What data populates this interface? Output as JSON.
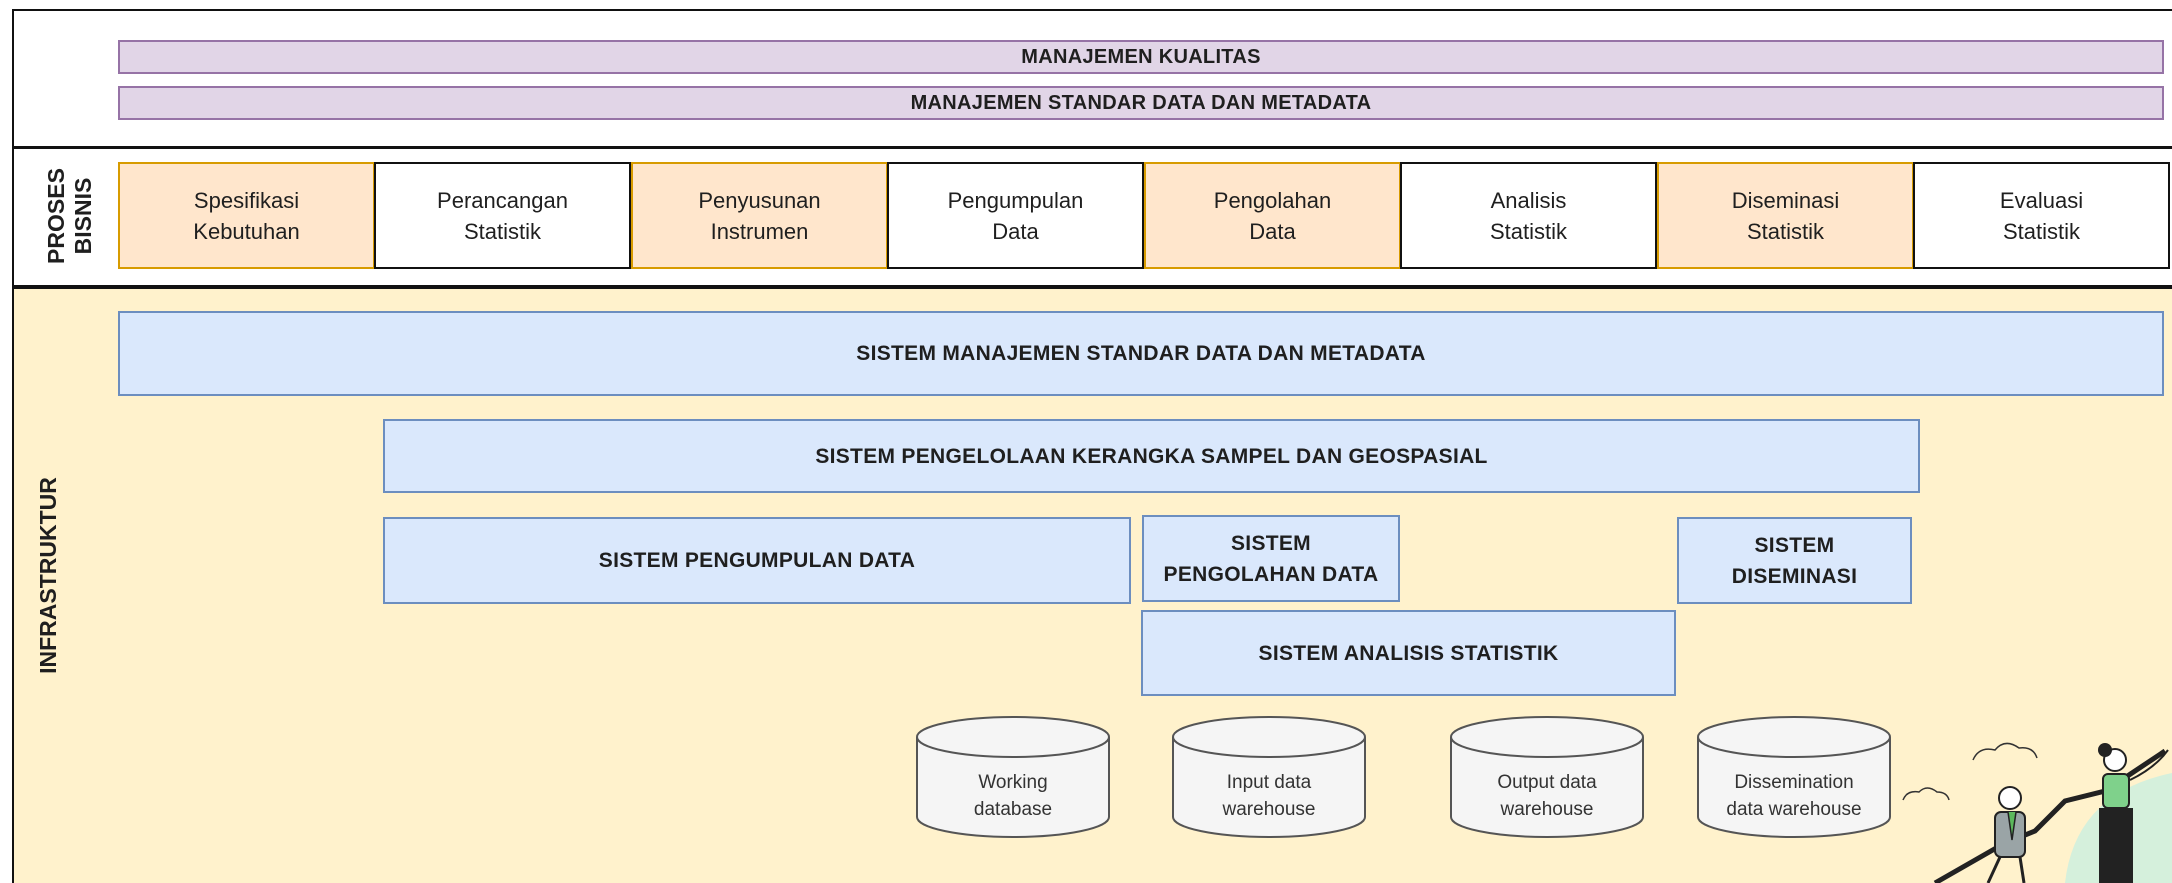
{
  "top": {
    "quality": "MANAJEMEN KUALITAS",
    "standards": "MANAJEMEN STANDAR DATA DAN METADATA"
  },
  "business_process": {
    "label": "PROSES\nBISNIS",
    "steps": [
      {
        "label": "Spesifikasi\nKebutuhan",
        "style": "orange"
      },
      {
        "label": "Perancangan\nStatistik",
        "style": "white"
      },
      {
        "label": "Penyusunan\nInstrumen",
        "style": "orange"
      },
      {
        "label": "Pengumpulan\nData",
        "style": "white"
      },
      {
        "label": "Pengolahan\nData",
        "style": "orange"
      },
      {
        "label": "Analisis\nStatistik",
        "style": "white"
      },
      {
        "label": "Diseminasi\nStatistik",
        "style": "orange"
      },
      {
        "label": "Evaluasi\nStatistik",
        "style": "white"
      }
    ]
  },
  "infrastructure": {
    "label": "INFRASTRUKTUR",
    "standards_system": "SISTEM MANAJEMEN STANDAR DATA DAN METADATA",
    "sampling_system": "SISTEM PENGELOLAAN KERANGKA SAMPEL DAN GEOSPASIAL",
    "collection_system": "SISTEM PENGUMPULAN DATA",
    "processing_system": "SISTEM\nPENGOLAHAN DATA",
    "dissemination_system": "SISTEM\nDISEMINASI",
    "analysis_system": "SISTEM ANALISIS STATISTIK",
    "databases": [
      "Working\ndatabase",
      "Input data\nwarehouse",
      "Output data\nwarehouse",
      "Dissemination\ndata warehouse"
    ]
  },
  "colors": {
    "purple_fill": "#e1d5e7",
    "orange_fill": "#ffe6cc",
    "blue_fill": "#dae8fc",
    "infra_background": "#fff2cc",
    "database_fill": "#f5f5f5"
  },
  "decoration": {
    "illustration": "two-people-climbing-illustration"
  }
}
